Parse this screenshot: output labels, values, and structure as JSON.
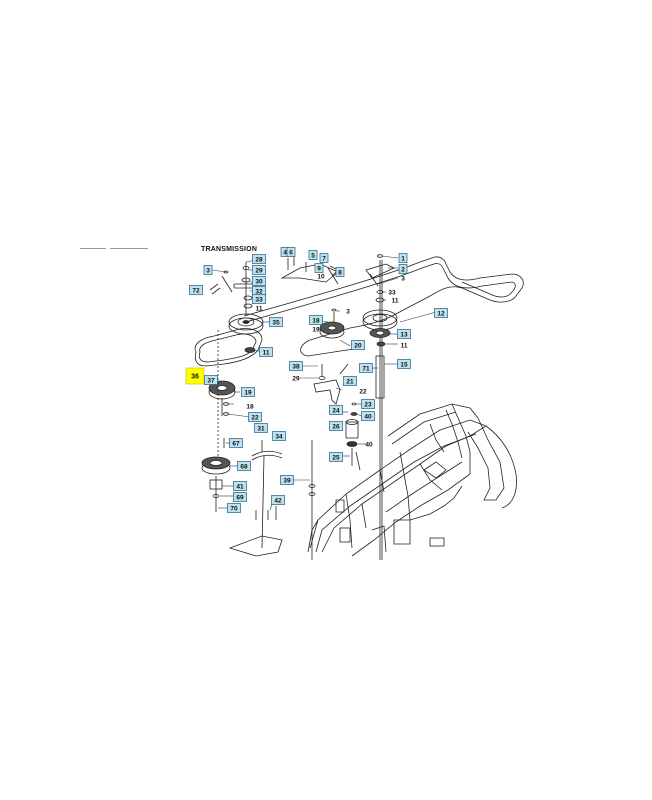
{
  "diagram": {
    "title": "TRANSMISSION",
    "highlight_color": "#ffff00",
    "callout_fill": "#bfe3ee",
    "callout_stroke": "#1a5d8c",
    "line_color": "#222222",
    "callouts": [
      {
        "id": "28",
        "label": "28"
      },
      {
        "id": "29",
        "label": "29"
      },
      {
        "id": "30",
        "label": "30"
      },
      {
        "id": "32",
        "label": "32"
      },
      {
        "id": "33a",
        "label": "33"
      },
      {
        "id": "11a",
        "label": "11"
      },
      {
        "id": "35",
        "label": "35"
      },
      {
        "id": "11b",
        "label": "11"
      },
      {
        "id": "3a",
        "label": "3"
      },
      {
        "id": "72",
        "label": "72"
      },
      {
        "id": "36",
        "label": "36"
      },
      {
        "id": "37",
        "label": "37"
      },
      {
        "id": "19a",
        "label": "19"
      },
      {
        "id": "18a",
        "label": "18"
      },
      {
        "id": "22",
        "label": "22"
      },
      {
        "id": "31",
        "label": "31"
      },
      {
        "id": "67",
        "label": "67"
      },
      {
        "id": "34",
        "label": "34"
      },
      {
        "id": "68",
        "label": "68"
      },
      {
        "id": "41",
        "label": "41"
      },
      {
        "id": "69",
        "label": "69"
      },
      {
        "id": "70",
        "label": "70"
      },
      {
        "id": "42",
        "label": "42"
      },
      {
        "id": "39",
        "label": "39"
      },
      {
        "id": "4",
        "label": "4"
      },
      {
        "id": "6",
        "label": "6"
      },
      {
        "id": "5",
        "label": "5"
      },
      {
        "id": "7",
        "label": "7"
      },
      {
        "id": "9",
        "label": "9"
      },
      {
        "id": "10",
        "label": "10"
      },
      {
        "id": "8",
        "label": "8"
      },
      {
        "id": "3b",
        "label": "3"
      },
      {
        "id": "18b",
        "label": "18"
      },
      {
        "id": "19b",
        "label": "19"
      },
      {
        "id": "20",
        "label": "20"
      },
      {
        "id": "38",
        "label": "38"
      },
      {
        "id": "29b",
        "label": "29"
      },
      {
        "id": "21",
        "label": "21"
      },
      {
        "id": "22b",
        "label": "22"
      },
      {
        "id": "24",
        "label": "24"
      },
      {
        "id": "23",
        "label": "23"
      },
      {
        "id": "40a",
        "label": "40"
      },
      {
        "id": "26",
        "label": "26"
      },
      {
        "id": "40b",
        "label": "40"
      },
      {
        "id": "25",
        "label": "25"
      },
      {
        "id": "71",
        "label": "71"
      },
      {
        "id": "1",
        "label": "1"
      },
      {
        "id": "2",
        "label": "2"
      },
      {
        "id": "3c",
        "label": "3"
      },
      {
        "id": "33b",
        "label": "33"
      },
      {
        "id": "11c",
        "label": "11"
      },
      {
        "id": "12",
        "label": "12"
      },
      {
        "id": "13",
        "label": "13"
      },
      {
        "id": "11d",
        "label": "11"
      },
      {
        "id": "15",
        "label": "15"
      }
    ]
  }
}
